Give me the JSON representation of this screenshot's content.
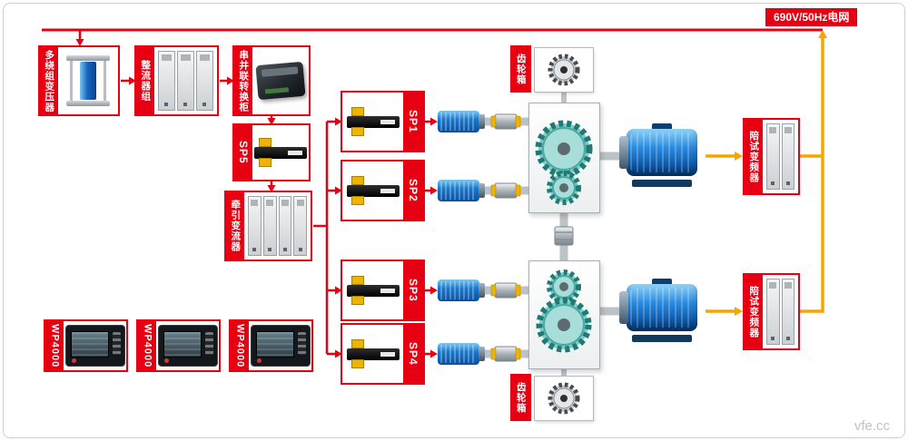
{
  "banner": {
    "label": "690V/50Hz电网"
  },
  "watermark": {
    "label": "vfe.cc"
  },
  "colors": {
    "line_red": "#e60012",
    "line_yellow": "#f7a600",
    "motor_blue": "#1272c8",
    "gear_teal": "#7ecac4",
    "shaft_gray": "#bdc2c6"
  },
  "nodes": {
    "transformer": {
      "label": "多绕组变压器"
    },
    "rectifier": {
      "label": "整流器组"
    },
    "series_parallel_cabinet": {
      "label": "串并联转换柜"
    },
    "sp5": {
      "label": "SP5"
    },
    "traction_converter": {
      "label": "牵引变流器"
    },
    "sp1": {
      "label": "SP1"
    },
    "sp2": {
      "label": "SP2"
    },
    "sp3": {
      "label": "SP3"
    },
    "sp4": {
      "label": "SP4"
    },
    "gearbox_top": {
      "label": "齿轮箱"
    },
    "gearbox_bottom": {
      "label": "齿轮箱"
    },
    "aux_vfd_top": {
      "label": "陪试变频器"
    },
    "aux_vfd_bottom": {
      "label": "陪试变频器"
    },
    "wp4000_1": {
      "label": "WP4000"
    },
    "wp4000_2": {
      "label": "WP4000"
    },
    "wp4000_3": {
      "label": "WP4000"
    }
  }
}
